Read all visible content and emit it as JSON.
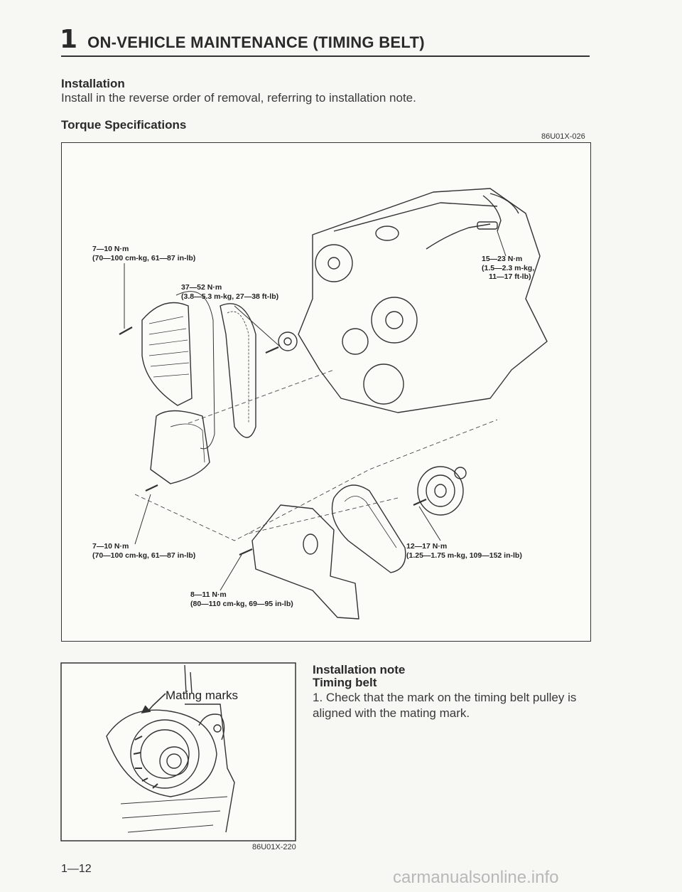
{
  "header": {
    "number": "1",
    "title": "ON-VEHICLE MAINTENANCE (TIMING BELT)"
  },
  "installation": {
    "heading": "Installation",
    "text": "Install in the reverse order of removal, referring to installation note."
  },
  "torque": {
    "heading": "Torque Specifications",
    "figure_id": "86U01X-026",
    "callouts": {
      "c1": [
        "7—10 N·m",
        "(70—100 cm-kg, 61—87 in-lb)"
      ],
      "c2": [
        "37—52 N·m",
        "(3.8—5.3 m-kg, 27—38 ft-lb)"
      ],
      "c3": [
        "15—23 N·m",
        "(1.5—2.3 m-kg,",
        "11—17 ft-lb)"
      ],
      "c4": [
        "7—10 N·m",
        "(70—100 cm-kg, 61—87 in-lb)"
      ],
      "c5": [
        "12—17 N·m",
        "(1.25—1.75 m-kg, 109—152 in-lb)"
      ],
      "c6": [
        "8—11 N·m",
        "(80—110 cm-kg, 69—95 in-lb)"
      ]
    }
  },
  "detail_figure": {
    "label": "Mating marks",
    "figure_id": "86U01X-220"
  },
  "installation_note": {
    "heading": "Installation note",
    "subheading": "Timing belt",
    "step1": "1. Check that the mark on the timing belt pulley is aligned with the mating mark."
  },
  "page_number": "1—12",
  "watermark": "carmanualsonline.info"
}
